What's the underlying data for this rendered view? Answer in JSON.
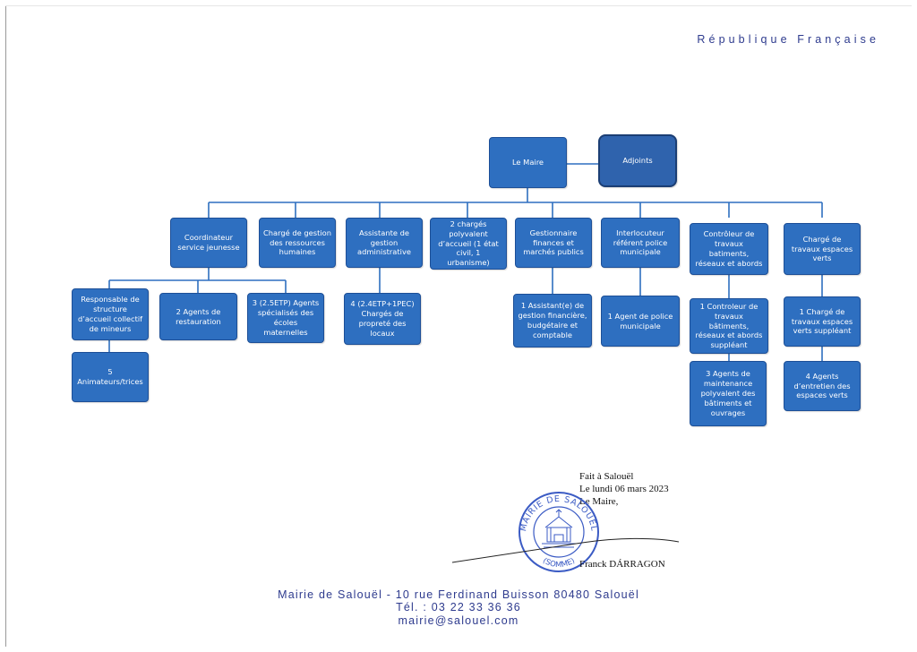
{
  "header": {
    "republique": "République Française"
  },
  "org": {
    "maire": "Le Maire",
    "adjoints": "Adjoints",
    "coordinateur": "Coordinateur service jeunesse",
    "rh": "Chargé de gestion des ressources humaines",
    "assistante": "Assistante de gestion administrative",
    "accueil": "2 chargés polyvalent d’accueil (1 état civil, 1 urbanisme)",
    "finances": "Gestionnaire finances et marchés publics",
    "police": "Interlocuteur référent police municipale",
    "controleur": "Contrôleur de travaux batiments, réseaux et abords",
    "espaces": "Chargé de travaux espaces verts",
    "resp_accueil": "Responsable de structure d’accueil collectif de mineurs",
    "restauration": "2 Agents de restauration",
    "atsem": "3 (2.5ETP) Agents spécialisés des écoles maternelles",
    "proprete": "4 (2.4ETP+1PEC) Chargés de propreté des locaux",
    "assist_fin": "1 Assistant(e) de gestion financière, budgétaire et comptable",
    "agent_police": "1 Agent de police municipale",
    "controleur_supp": "1 Controleur de travaux bâtiments, réseaux et abords suppléant",
    "espaces_supp": "1 Chargé de travaux espaces verts suppléant",
    "animateurs": "5 Animateurs/trices",
    "maintenance": "3 Agents de maintenance polyvalent des bâtiments et ouvrages",
    "entretien_ev": "4 Agents d’entretien des espaces verts"
  },
  "signature": {
    "line1": "Fait à Salouël",
    "line2": "Le lundi 06 mars 2023",
    "line3": "Le Maire,",
    "name": "Franck DÁRRAGON",
    "stamp_top": "MAIRIE DE SALOUEL",
    "stamp_bottom": "(SOMME)"
  },
  "footer": {
    "address": "Mairie de Salouël  -  10 rue Ferdinand Buisson 80480 Salouël",
    "phone": "Tél. : 03 22 33 36 36",
    "email": "mairie@salouel.com"
  },
  "colors": {
    "box": "#2e6fc0",
    "line": "#2e6fc0",
    "accent": "#2e3b8e"
  }
}
